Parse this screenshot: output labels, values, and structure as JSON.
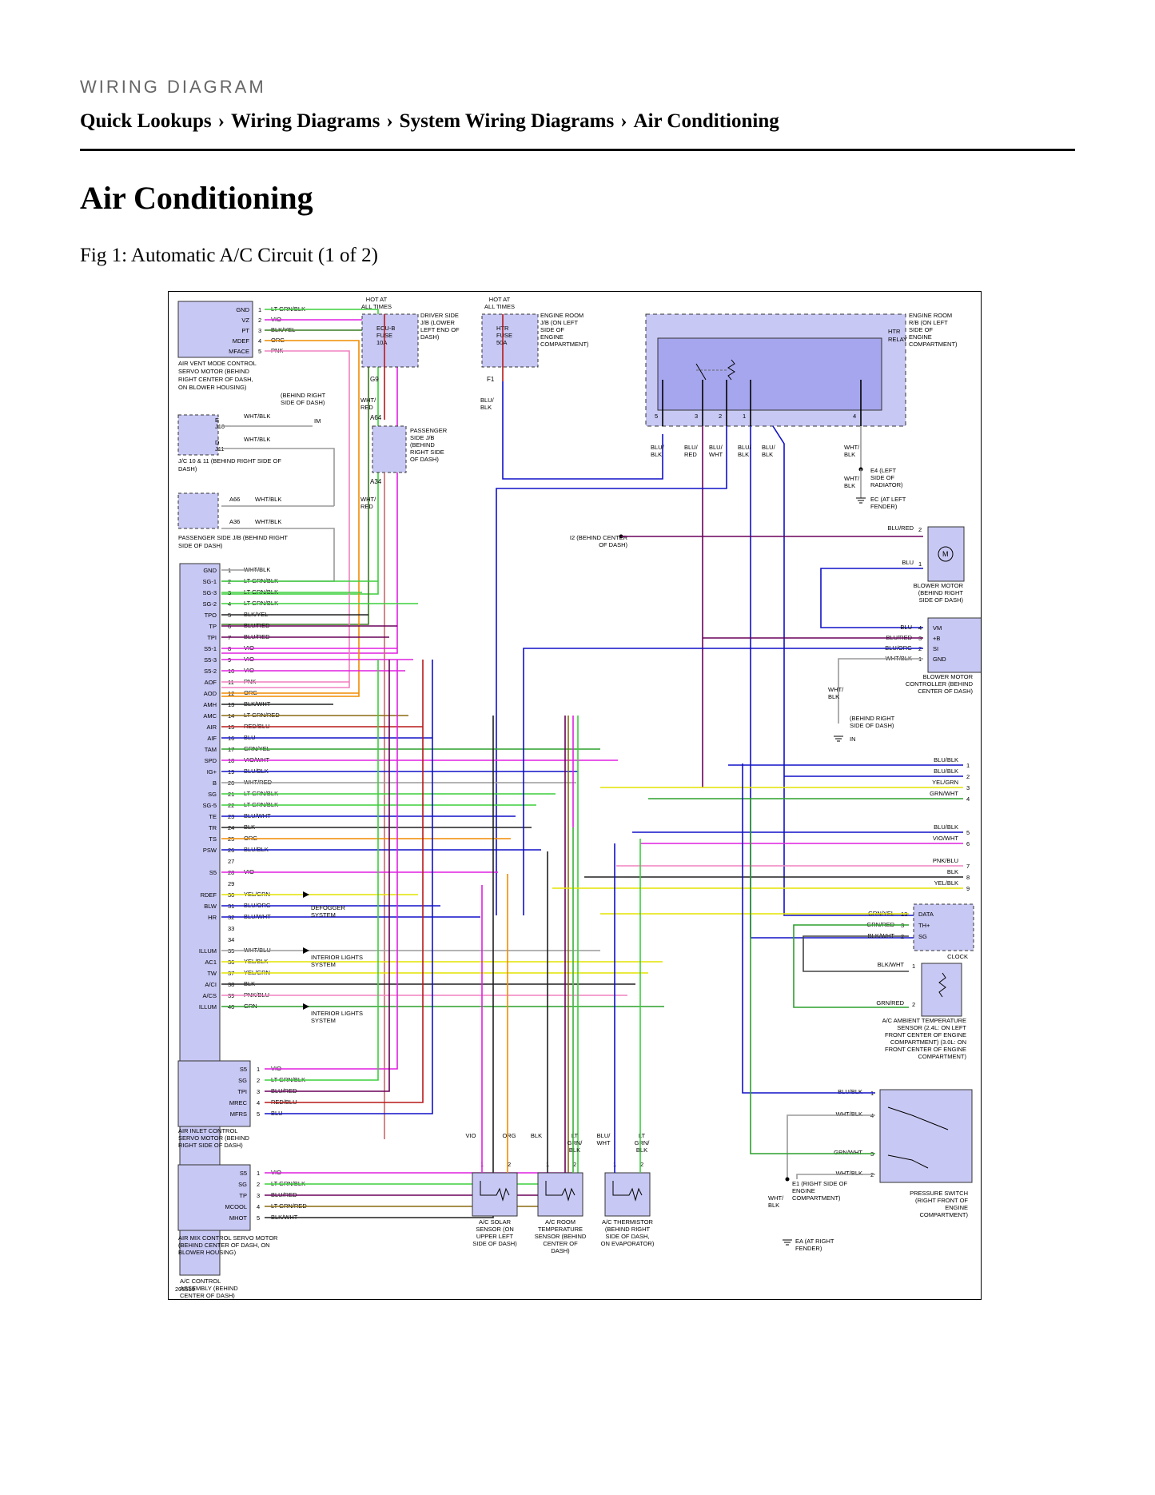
{
  "header": {
    "kicker": "WIRING DIAGRAM",
    "breadcrumb": [
      "Quick Lookups",
      "Wiring Diagrams",
      "System Wiring Diagrams",
      "Air Conditioning"
    ],
    "separator": "›"
  },
  "page_title": "Air Conditioning",
  "figure_caption": "Fig 1: Automatic A/C Circuit (1 of 2)",
  "diagram": {
    "figure_id": "205519",
    "colors": {
      "component_fill": "#c8c8f4",
      "relay_inner_fill": "#a6a6ee",
      "LT GRN": "#3ccf3c",
      "GRN": "#2ca02c",
      "VIO": "#e020e0",
      "PNK": "#f080c0",
      "ORG": "#f08c00",
      "BLU": "#1010c8",
      "BLK": "#202020",
      "WHT": "#9a9a9a",
      "RED": "#b81818",
      "YEL": "#e4e400",
      "BLU/RED": "#6a005a",
      "LT GRN/RED": "#8a6a10"
    },
    "labels": {
      "hot_left": "HOT AT ALL TIMES",
      "hot_right": "HOT AT ALL TIMES",
      "driver_jb": "DRIVER SIDE J/B (LOWER LEFT END OF DASH)",
      "engine_jb": "ENGINE ROOM J/B (ON LEFT SIDE OF ENGINE COMPARTMENT)",
      "engine_rb": "ENGINE ROOM R/B (ON LEFT SIDE OF ENGINE COMPARTMENT)",
      "fuse1": "ECU-B FUSE 10A",
      "fuse2": "HTR FUSE 50A",
      "relay": "HTR RELAY",
      "g9": "G9",
      "f1": "F1",
      "a64": "A64",
      "a34": "A34",
      "a66": "A66",
      "a36": "A36",
      "pass_jb": "PASSENGER SIDE J/B (BEHIND RIGHT SIDE OF DASH)",
      "pass_jb2": "PASSENGER SIDE J/B (BEHIND RIGHT SIDE OF DASH)",
      "jc": "J/C 10 & 11 (BEHIND RIGHT SIDE OF DASH)",
      "j10": "J10",
      "j11": "J11",
      "behind_right": "(BEHIND RIGHT SIDE OF DASH)",
      "im": "IM",
      "e4": "E4 (LEFT SIDE OF RADIATOR)",
      "ec": "EC (AT LEFT FENDER)",
      "i2": "I2 (BEHIND CENTER OF DASH)",
      "in": "IN",
      "in_loc": "(BEHIND RIGHT SIDE OF DASH)",
      "e1": "E1 (RIGHT SIDE OF ENGINE COMPARTMENT)",
      "ea": "EA (AT RIGHT FENDER)",
      "clock": "CLOCK",
      "defogger": "DEFOGGER SYSTEM",
      "interior1": "INTERIOR LIGHTS SYSTEM",
      "interior2": "INTERIOR LIGHTS SYSTEM"
    },
    "components": {
      "vent_motor": {
        "name": "AIR VENT MODE CONTROL SERVO MOTOR (BEHIND RIGHT CENTER OF DASH, ON BLOWER HOUSING)",
        "pins": [
          {
            "n": "1",
            "label": "GND",
            "wire": "LT GRN/BLK"
          },
          {
            "n": "2",
            "label": "VZ",
            "wire": "VIO"
          },
          {
            "n": "3",
            "label": "PT",
            "wire": "BLK/YEL"
          },
          {
            "n": "4",
            "label": "MDEF",
            "wire": "ORG"
          },
          {
            "n": "5",
            "label": "MFACE",
            "wire": "PNK"
          }
        ]
      },
      "ac_control": {
        "name": "A/C CONTROL ASSEMBLY (BEHIND CENTER OF DASH)",
        "pins": [
          {
            "n": "1",
            "label": "GND",
            "wire": "WHT/BLK"
          },
          {
            "n": "2",
            "label": "SG-1",
            "wire": "LT GRN/BLK"
          },
          {
            "n": "3",
            "label": "SG-3",
            "wire": "LT GRN/BLK"
          },
          {
            "n": "4",
            "label": "SG-2",
            "wire": "LT GRN/BLK"
          },
          {
            "n": "5",
            "label": "TPO",
            "wire": "BLK/YEL"
          },
          {
            "n": "6",
            "label": "TP",
            "wire": "BLU/RED"
          },
          {
            "n": "7",
            "label": "TPI",
            "wire": "BLU/RED"
          },
          {
            "n": "8",
            "label": "S5-1",
            "wire": "VIO"
          },
          {
            "n": "9",
            "label": "S5-3",
            "wire": "VIO"
          },
          {
            "n": "10",
            "label": "S5-2",
            "wire": "VIO"
          },
          {
            "n": "11",
            "label": "AOF",
            "wire": "PNK"
          },
          {
            "n": "12",
            "label": "AOD",
            "wire": "ORG"
          },
          {
            "n": "13",
            "label": "AMH",
            "wire": "BLK/WHT"
          },
          {
            "n": "14",
            "label": "AMC",
            "wire": "LT GRN/RED"
          },
          {
            "n": "15",
            "label": "AIR",
            "wire": "RED/BLU"
          },
          {
            "n": "16",
            "label": "AIF",
            "wire": "BLU"
          },
          {
            "n": "17",
            "label": "TAM",
            "wire": "GRN/YEL"
          },
          {
            "n": "18",
            "label": "SPD",
            "wire": "VIO/WHT"
          },
          {
            "n": "19",
            "label": "IG+",
            "wire": "BLU/BLK"
          },
          {
            "n": "20",
            "label": "B",
            "wire": "WHT/RED"
          },
          {
            "n": "21",
            "label": "SG",
            "wire": "LT GRN/BLK"
          },
          {
            "n": "22",
            "label": "SG-5",
            "wire": "LT GRN/BLK"
          },
          {
            "n": "23",
            "label": "TE",
            "wire": "BLU/WHT"
          },
          {
            "n": "24",
            "label": "TR",
            "wire": "BLK"
          },
          {
            "n": "25",
            "label": "TS",
            "wire": "ORG"
          },
          {
            "n": "26",
            "label": "PSW",
            "wire": "BLU/BLK"
          },
          {
            "n": "27",
            "label": "",
            "wire": ""
          },
          {
            "n": "28",
            "label": "S5",
            "wire": "VIO"
          },
          {
            "n": "29",
            "label": "",
            "wire": ""
          },
          {
            "n": "30",
            "label": "RDEF",
            "wire": "YEL/GRN"
          },
          {
            "n": "31",
            "label": "BLW",
            "wire": "BLU/ORG"
          },
          {
            "n": "32",
            "label": "HR",
            "wire": "BLU/WHT"
          },
          {
            "n": "33",
            "label": "",
            "wire": ""
          },
          {
            "n": "34",
            "label": "",
            "wire": ""
          },
          {
            "n": "35",
            "label": "ILLUM",
            "wire": "WHT/BLU"
          },
          {
            "n": "36",
            "label": "AC1",
            "wire": "YEL/BLK"
          },
          {
            "n": "37",
            "label": "TW",
            "wire": "YEL/GRN"
          },
          {
            "n": "38",
            "label": "A/CI",
            "wire": "BLK"
          },
          {
            "n": "39",
            "label": "A/CS",
            "wire": "PNK/BLU"
          },
          {
            "n": "40",
            "label": "ILLUM",
            "wire": "GRN"
          }
        ]
      },
      "inlet_motor": {
        "name": "AIR INLET CONTROL SERVO MOTOR (BEHIND RIGHT SIDE OF DASH)",
        "pins": [
          {
            "n": "1",
            "label": "S5",
            "wire": "VIO"
          },
          {
            "n": "2",
            "label": "SG",
            "wire": "LT GRN/BLK"
          },
          {
            "n": "3",
            "label": "TPI",
            "wire": "BLU/RED"
          },
          {
            "n": "4",
            "label": "MREC",
            "wire": "RED/BLU"
          },
          {
            "n": "5",
            "label": "MFRS",
            "wire": "BLU"
          }
        ]
      },
      "mix_motor": {
        "name": "AIR MIX CONTROL SERVO MOTOR (BEHIND CENTER OF DASH, ON BLOWER HOUSING)",
        "pins": [
          {
            "n": "1",
            "label": "S5",
            "wire": "VIO"
          },
          {
            "n": "2",
            "label": "SG",
            "wire": "LT GRN/BLK"
          },
          {
            "n": "3",
            "label": "TP",
            "wire": "BLU/RED"
          },
          {
            "n": "4",
            "label": "MCOOL",
            "wire": "LT GRN/RED"
          },
          {
            "n": "5",
            "label": "MHOT",
            "wire": "BLK/WHT"
          }
        ]
      },
      "blower_motor": {
        "name": "BLOWER MOTOR (BEHIND RIGHT SIDE OF DASH)",
        "pins": [
          {
            "n": "2",
            "wire": "BLU/RED"
          },
          {
            "n": "1",
            "wire": "BLU"
          }
        ]
      },
      "blower_ctrl": {
        "name": "BLOWER MOTOR CONTROLLER (BEHIND CENTER OF DASH)",
        "pins": [
          {
            "n": "4",
            "label": "VM",
            "wire": "BLU"
          },
          {
            "n": "3",
            "label": "+B",
            "wire": "BLU/RED"
          },
          {
            "n": "2",
            "label": "SI",
            "wire": "BLU/ORG"
          },
          {
            "n": "1",
            "label": "GND",
            "wire": "WHT/BLK"
          }
        ]
      },
      "clock": {
        "pins": [
          {
            "n": "13",
            "label": "DATA",
            "wire": "GRN/YEL"
          },
          {
            "n": "3",
            "label": "TH+",
            "wire": "GRN/RED"
          },
          {
            "n": "2",
            "label": "SG",
            "wire": "BLK/WHT"
          }
        ]
      },
      "ambient_sensor": {
        "name": "A/C AMBIENT TEMPERATURE SENSOR (2.4L: ON LEFT FRONT CENTER OF ENGINE COMPARTMENT) (3.0L: ON FRONT CENTER OF ENGINE COMPARTMENT)",
        "pins": [
          {
            "n": "1",
            "wire": "BLK/WHT"
          },
          {
            "n": "2",
            "wire": "GRN/RED"
          }
        ]
      },
      "pressure_switch": {
        "name": "PRESSURE SWITCH (RIGHT FRONT OF ENGINE COMPARTMENT)",
        "pins": [
          {
            "n": "1",
            "wire": "BLU/BLK"
          },
          {
            "n": "4",
            "wire": "WHT/BLK"
          },
          {
            "n": "3",
            "wire": "GRN/WHT"
          },
          {
            "n": "2",
            "wire": "WHT/BLK"
          }
        ]
      },
      "solar_sensor": {
        "name": "A/C SOLAR SENSOR (ON UPPER LEFT SIDE OF DASH)",
        "wires": [
          "VIO",
          "ORG"
        ]
      },
      "room_sensor": {
        "name": "A/C ROOM TEMPERATURE SENSOR (BEHIND CENTER OF DASH)",
        "wires": [
          "BLK",
          "LT GRN/ BLK"
        ]
      },
      "thermistor": {
        "name": "A/C THERMISTOR (BEHIND RIGHT SIDE OF DASH, ON EVAPORATOR)",
        "wires": [
          "BLU/ WHT",
          "LT GRN/ BLK"
        ]
      }
    },
    "right_outputs": [
      {
        "n": "1",
        "wire": "BLU/BLK"
      },
      {
        "n": "2",
        "wire": "BLU/BLK"
      },
      {
        "n": "3",
        "wire": "YEL/GRN"
      },
      {
        "n": "4",
        "wire": "GRN/WHT"
      },
      {
        "n": "5",
        "wire": "BLU/BLK"
      },
      {
        "n": "6",
        "wire": "VIO/WHT"
      },
      {
        "n": "7",
        "wire": "PNK/BLU"
      },
      {
        "n": "8",
        "wire": "BLK"
      },
      {
        "n": "9",
        "wire": "YEL/BLK"
      }
    ],
    "misc_wires": {
      "e_whtblk": "WHT/BLK",
      "d_whtblk": "WHT/BLK",
      "a66_whtblk": "WHT/BLK",
      "a36_whtblk": "WHT/BLK",
      "g9_wht_red": "WHT/ RED",
      "a34_wht_red": "WHT/ RED",
      "f1_blu_blk": "BLU/ BLK",
      "relay5": "BLU/ BLK",
      "relay3": "BLU/ RED",
      "relay2": "BLU/ WHT",
      "relay1a": "BLU/ BLK",
      "relay1b": "BLU/ BLK",
      "relay4": "WHT/ BLK",
      "e4_wht_blk": "WHT/ BLK",
      "in_wht_blk": "WHT/ BLK",
      "e1_wht_blk": "WHT/ BLK",
      "e_pin": "E",
      "d_pin": "D"
    }
  }
}
